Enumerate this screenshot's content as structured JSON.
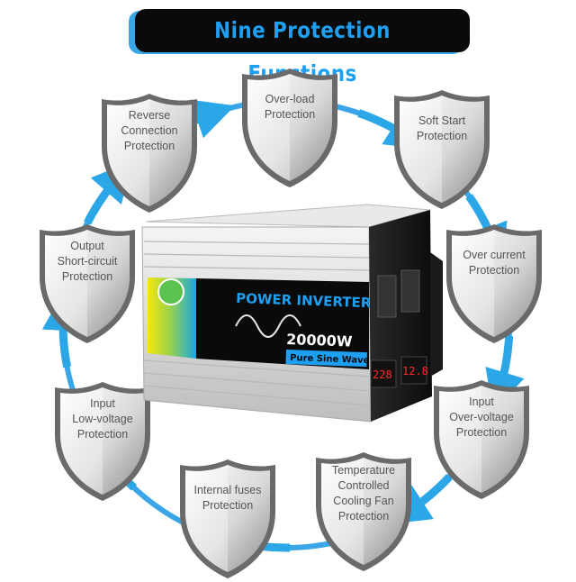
{
  "title": "Nine Protection Functions",
  "protections": [
    {
      "lines": [
        "Over-load",
        "Protection"
      ]
    },
    {
      "lines": [
        "Soft Start",
        "Protection"
      ]
    },
    {
      "lines": [
        "Over current",
        "Protection"
      ]
    },
    {
      "lines": [
        "Input",
        "Over-voltage",
        "Protection"
      ]
    },
    {
      "lines": [
        "Temperature",
        "Controlled",
        "Cooling Fan",
        "Protection"
      ]
    },
    {
      "lines": [
        "Internal fuses",
        "Protection"
      ]
    },
    {
      "lines": [
        "Input",
        "Low-voltage",
        "Protection"
      ]
    },
    {
      "lines": [
        "Output",
        "Short-circuit",
        "Protection"
      ]
    },
    {
      "lines": [
        "Reverse",
        "Connection",
        "Protection"
      ]
    }
  ],
  "product": {
    "line1": "POWER INVERTER",
    "power": "20000W",
    "wave": "Pure Sine Wave",
    "display_left": "228",
    "display_right": "12.8"
  },
  "colors": {
    "accent": "#1e9ff2",
    "arrow": "#2ba6e6",
    "banner": "#0a0a0a"
  }
}
